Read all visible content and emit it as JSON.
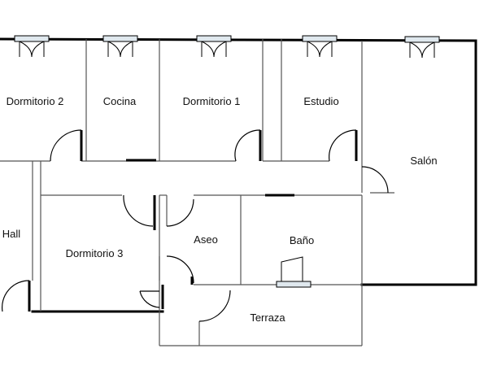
{
  "rooms": {
    "dormitorio2": "Dormitorio 2",
    "cocina": "Cocina",
    "dormitorio1": "Dormitorio 1",
    "estudio": "Estudio",
    "salon": "Salón",
    "hall": "Hall",
    "aseo": "Aseo",
    "bano": "Baño",
    "dormitorio3": "Dormitorio 3",
    "terraza": "Terraza"
  },
  "colors": {
    "wall": "#000000",
    "line": "#555555",
    "window_glass": "#dfe8ee"
  }
}
